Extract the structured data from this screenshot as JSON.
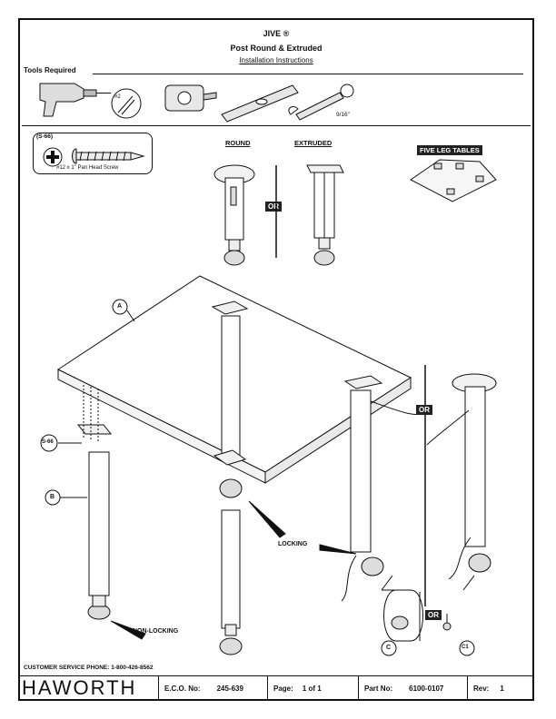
{
  "header": {
    "title": "JIVE ®",
    "subtitle": "Post Round & Extruded",
    "instructions": "Installation Instructions"
  },
  "tools": {
    "label": "Tools Required",
    "screwdriver_bit": "#2",
    "wrench_size": "9/16\""
  },
  "hardware": {
    "code": "(S-66)",
    "description": "#12 x 1\" Pan Head Screw"
  },
  "options": {
    "round": "ROUND",
    "extruded": "EXTRUDED",
    "or": "OR",
    "five_leg": "FIVE LEG TABLES"
  },
  "callouts": {
    "a": "A",
    "b": "B",
    "s66": "S-66",
    "locking": "LOCKING",
    "non_locking": "NON-LOCKING",
    "or_main": "OR",
    "or_caster": "OR",
    "c": "C",
    "c1": "C1"
  },
  "footer": {
    "customer_service": "CUSTOMER SERVICE PHONE: 1-800-426-8562",
    "logo": "HAWORTH",
    "eco_label": "E.C.O. No:",
    "eco_value": "245-639",
    "page_label": "Page:",
    "page_value": "1 of 1",
    "part_label": "Part No:",
    "part_value": "6100-0107",
    "rev_label": "Rev:",
    "rev_value": "1"
  }
}
